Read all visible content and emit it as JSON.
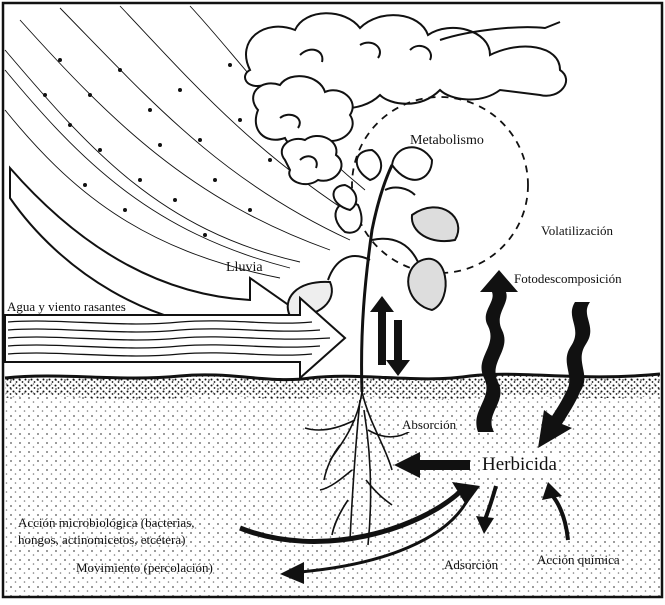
{
  "labels": {
    "metabolismo": "Metabolismo",
    "volatilizacion": "Volatilización",
    "lluvia": "Lluvia",
    "fotodescomposicion": "Fotodescomposición",
    "agua_viento": "Agua y viento rasantes",
    "absorcion_raiz": "Absorción",
    "herbicida": "Herbicida",
    "accion_micro_1": "Acción microbiológica (bacterias,",
    "accion_micro_2": "hongos, actinomicetos, etcétera)",
    "movimiento": "Movimiento (percolación)",
    "adsorcion": "Adsorción",
    "accion_quimica": "Acción química"
  },
  "colors": {
    "ink": "#111111",
    "paper": "#ffffff"
  }
}
